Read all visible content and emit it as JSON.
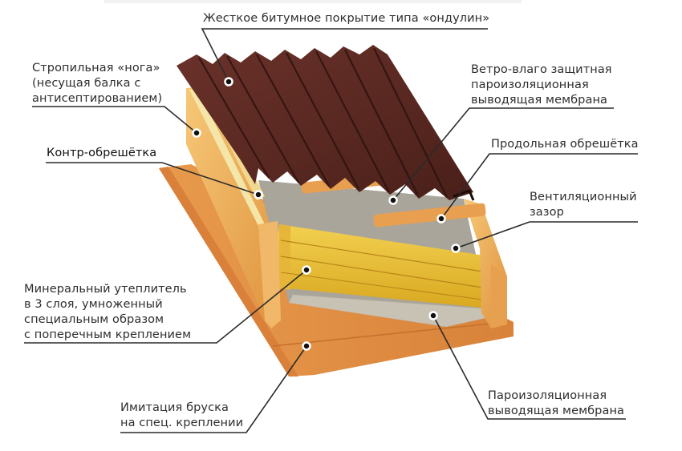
{
  "diagram": {
    "title": "Roof structure with ondulin covering",
    "colors": {
      "roof": "#5a2a24",
      "roof_shadow": "#3a1612",
      "wood_light": "#f0c070",
      "wood": "#e4a050",
      "wood_dark": "#d0803a",
      "insulation": "#e8c030",
      "membrane": "#b8b4aa",
      "leader_line": "#2a2a2a"
    },
    "labels": {
      "roofing": "Жесткое битумное покрытие типа «ондулин»",
      "rafter": "Стропильная «нога»\n(несущая балка с\nантисептированием)",
      "counter_batten": "Контр-обрешётка",
      "wind_membrane": "Ветро-влаго защитная\nпароизоляционная\nвыводящая мембрана",
      "longitudinal_batten": "Продольная обрешётка",
      "vent_gap": "Вентиляционный\nзазор",
      "insulation": "Минеральный утеплитель\nв 3 слоя, умноженный\nспециальным образом\nс поперечным креплением",
      "imitation_beam": "Имитация бруска\nна спец. креплении",
      "vapor_membrane": "Пароизоляционная\nвыводящая мембрана"
    }
  }
}
